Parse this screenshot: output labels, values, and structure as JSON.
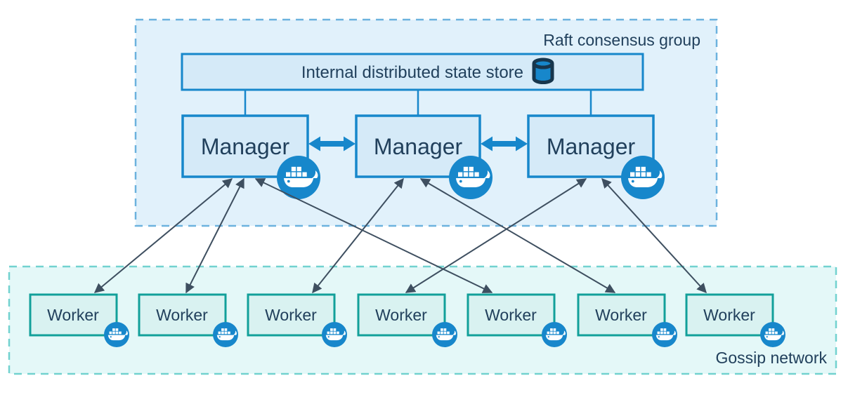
{
  "raft_group": {
    "label": "Raft consensus group",
    "state_store": {
      "label": "Internal distributed state store"
    },
    "managers": [
      {
        "label": "Manager"
      },
      {
        "label": "Manager"
      },
      {
        "label": "Manager"
      }
    ]
  },
  "gossip_network": {
    "label": "Gossip network",
    "workers": [
      {
        "label": "Worker"
      },
      {
        "label": "Worker"
      },
      {
        "label": "Worker"
      },
      {
        "label": "Worker"
      },
      {
        "label": "Worker"
      },
      {
        "label": "Worker"
      },
      {
        "label": "Worker"
      }
    ]
  },
  "icons": {
    "database": "database-cylinder-icon",
    "docker": "docker-whale-icon"
  },
  "colors": {
    "docker_blue": "#1787cb",
    "box_fill": "#d5eaf8",
    "raft_fill": "#e1f1fb",
    "raft_border": "#6cb2de",
    "worker_fill": "#d9f2f1",
    "worker_border": "#12a09a",
    "gossip_fill": "#e4f8f8",
    "gossip_border": "#72d2cf",
    "text_dark": "#21405c",
    "arrow_dark": "#3e4f60",
    "db_outline": "#17364d"
  }
}
